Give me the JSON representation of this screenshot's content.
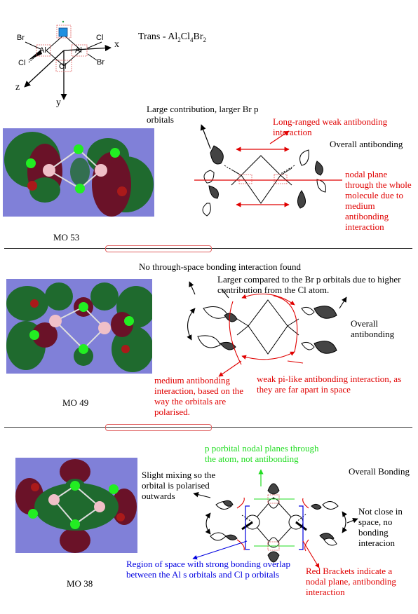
{
  "header": {
    "title_prefix": "Trans - Al",
    "sub1": "2",
    "mid1": "Cl",
    "sub2": "4",
    "mid2": "Br",
    "sub3": "2"
  },
  "structure": {
    "atom_br_left": "Br",
    "atom_cl_left": "Cl",
    "atom_al_left": "Al",
    "atom_al_right": "Al",
    "atom_cl_top_right": "Cl",
    "atom_br_right": "Br",
    "atom_cl_bottom": "Cl",
    "axis_x": "x",
    "axis_y": "y",
    "axis_z": "z"
  },
  "mo53": {
    "caption": "MO 53",
    "large_contribution": "Large contribution, larger Br p orbitals",
    "long_ranged": "Long-ranged weak antibonding interaction",
    "overall": "Overall antibonding",
    "nodal_plane": "nodal plane through the whole molecule due to medium antibonding interaction"
  },
  "mo49": {
    "caption": "MO 49",
    "no_through_space": "No through-space bonding interaction found",
    "larger_compared": "Larger compared to the Br p orbitals due to higher contribution from the Cl atom.",
    "overall": "Overall antibonding",
    "medium_antibonding": "medium antibonding interaction, based on the way the orbitals are polarised.",
    "weak_pi": "weak pi-like antibonding interaction, as they are far apart in space"
  },
  "mo38": {
    "caption": "MO 38",
    "p_orbital_nodal": "p porbital nodal planes through the atom, not antibonding",
    "overall": "Overall Bonding",
    "slight_mixing": "Slight mixing so the orbital is polarised outwards",
    "not_close": "Not close in space, no bonding interacion",
    "region_of_space": "Region of space with strong bonding overlap between the Al s orbitals and Cl p orbitals",
    "red_brackets": "Red Brackets indicate a nodal plane, antibonding interaction"
  },
  "colors": {
    "mo_background": "#8080d8",
    "lobe_green": "#1f6a2e",
    "lobe_red": "#6a1228",
    "atom_cl": "#22ee22",
    "atom_al": "#f0c0c8",
    "atom_br": "#aa1a1a",
    "annotation_red": "#e00000",
    "annotation_blue": "#0000e0",
    "annotation_green": "#22dd22"
  }
}
